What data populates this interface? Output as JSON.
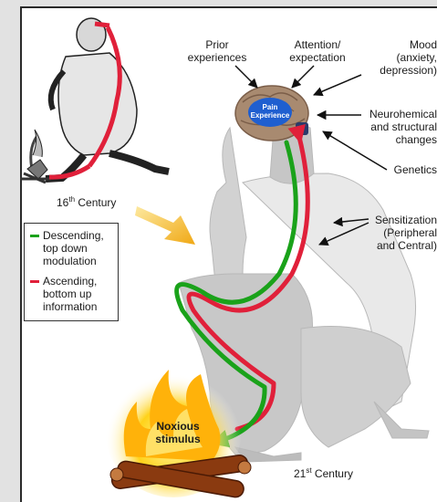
{
  "labels": {
    "prior": [
      "Prior",
      "experiences"
    ],
    "attention": [
      "Attention/",
      "expectation"
    ],
    "mood": [
      "Mood",
      "(anxiety,",
      "depression)"
    ],
    "neuro": [
      "Neurohemical",
      "and structural",
      "changes"
    ],
    "genetics": "Genetics",
    "sensitization": [
      "Sensitization",
      "(Peripheral",
      "and Central)"
    ],
    "century16": "16",
    "century16_sup": "th",
    "century16_word": " Century",
    "century21": "21",
    "century21_sup": "st",
    "century21_word": " Century",
    "noxious": [
      "Noxious",
      "stimulus"
    ],
    "pain": [
      "Pain",
      "Experience"
    ]
  },
  "legend": {
    "descending": [
      "Descending,",
      "top down",
      "modulation"
    ],
    "ascending": [
      "Ascending,",
      "bottom up",
      "information"
    ]
  },
  "colors": {
    "descending": "#1aa21a",
    "ascending": "#e0203a",
    "arrow": "#f2b418",
    "brain_core": "#1f5fd0"
  }
}
